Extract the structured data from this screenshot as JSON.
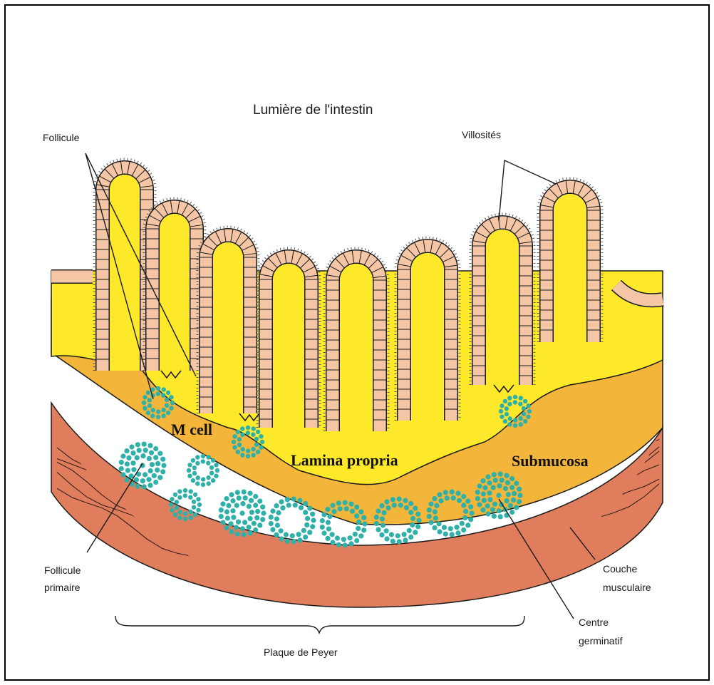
{
  "labels": {
    "lumen": "Lumière de l'intestin",
    "follicle": "Follicule",
    "villi": "Villosités",
    "m_cell": "M cell",
    "lamina_propria": "Lamina propria",
    "submucosa": "Submucosa",
    "primary_follicle_line1": "Follicule",
    "primary_follicle_line2": "primaire",
    "muscle_line1": "Couche",
    "muscle_line2": "musculaire",
    "germinal_line1": "Centre",
    "germinal_line2": "germinatif",
    "peyer": "Plaque de Peyer"
  },
  "colors": {
    "lamina_propria": "#fde92a",
    "submucosa": "#f3b53a",
    "muscle": "#e07d5c",
    "epithelium": "#f5c6a5",
    "lymphocyte": "#2fb0a8",
    "outline": "#1a1a1a"
  }
}
